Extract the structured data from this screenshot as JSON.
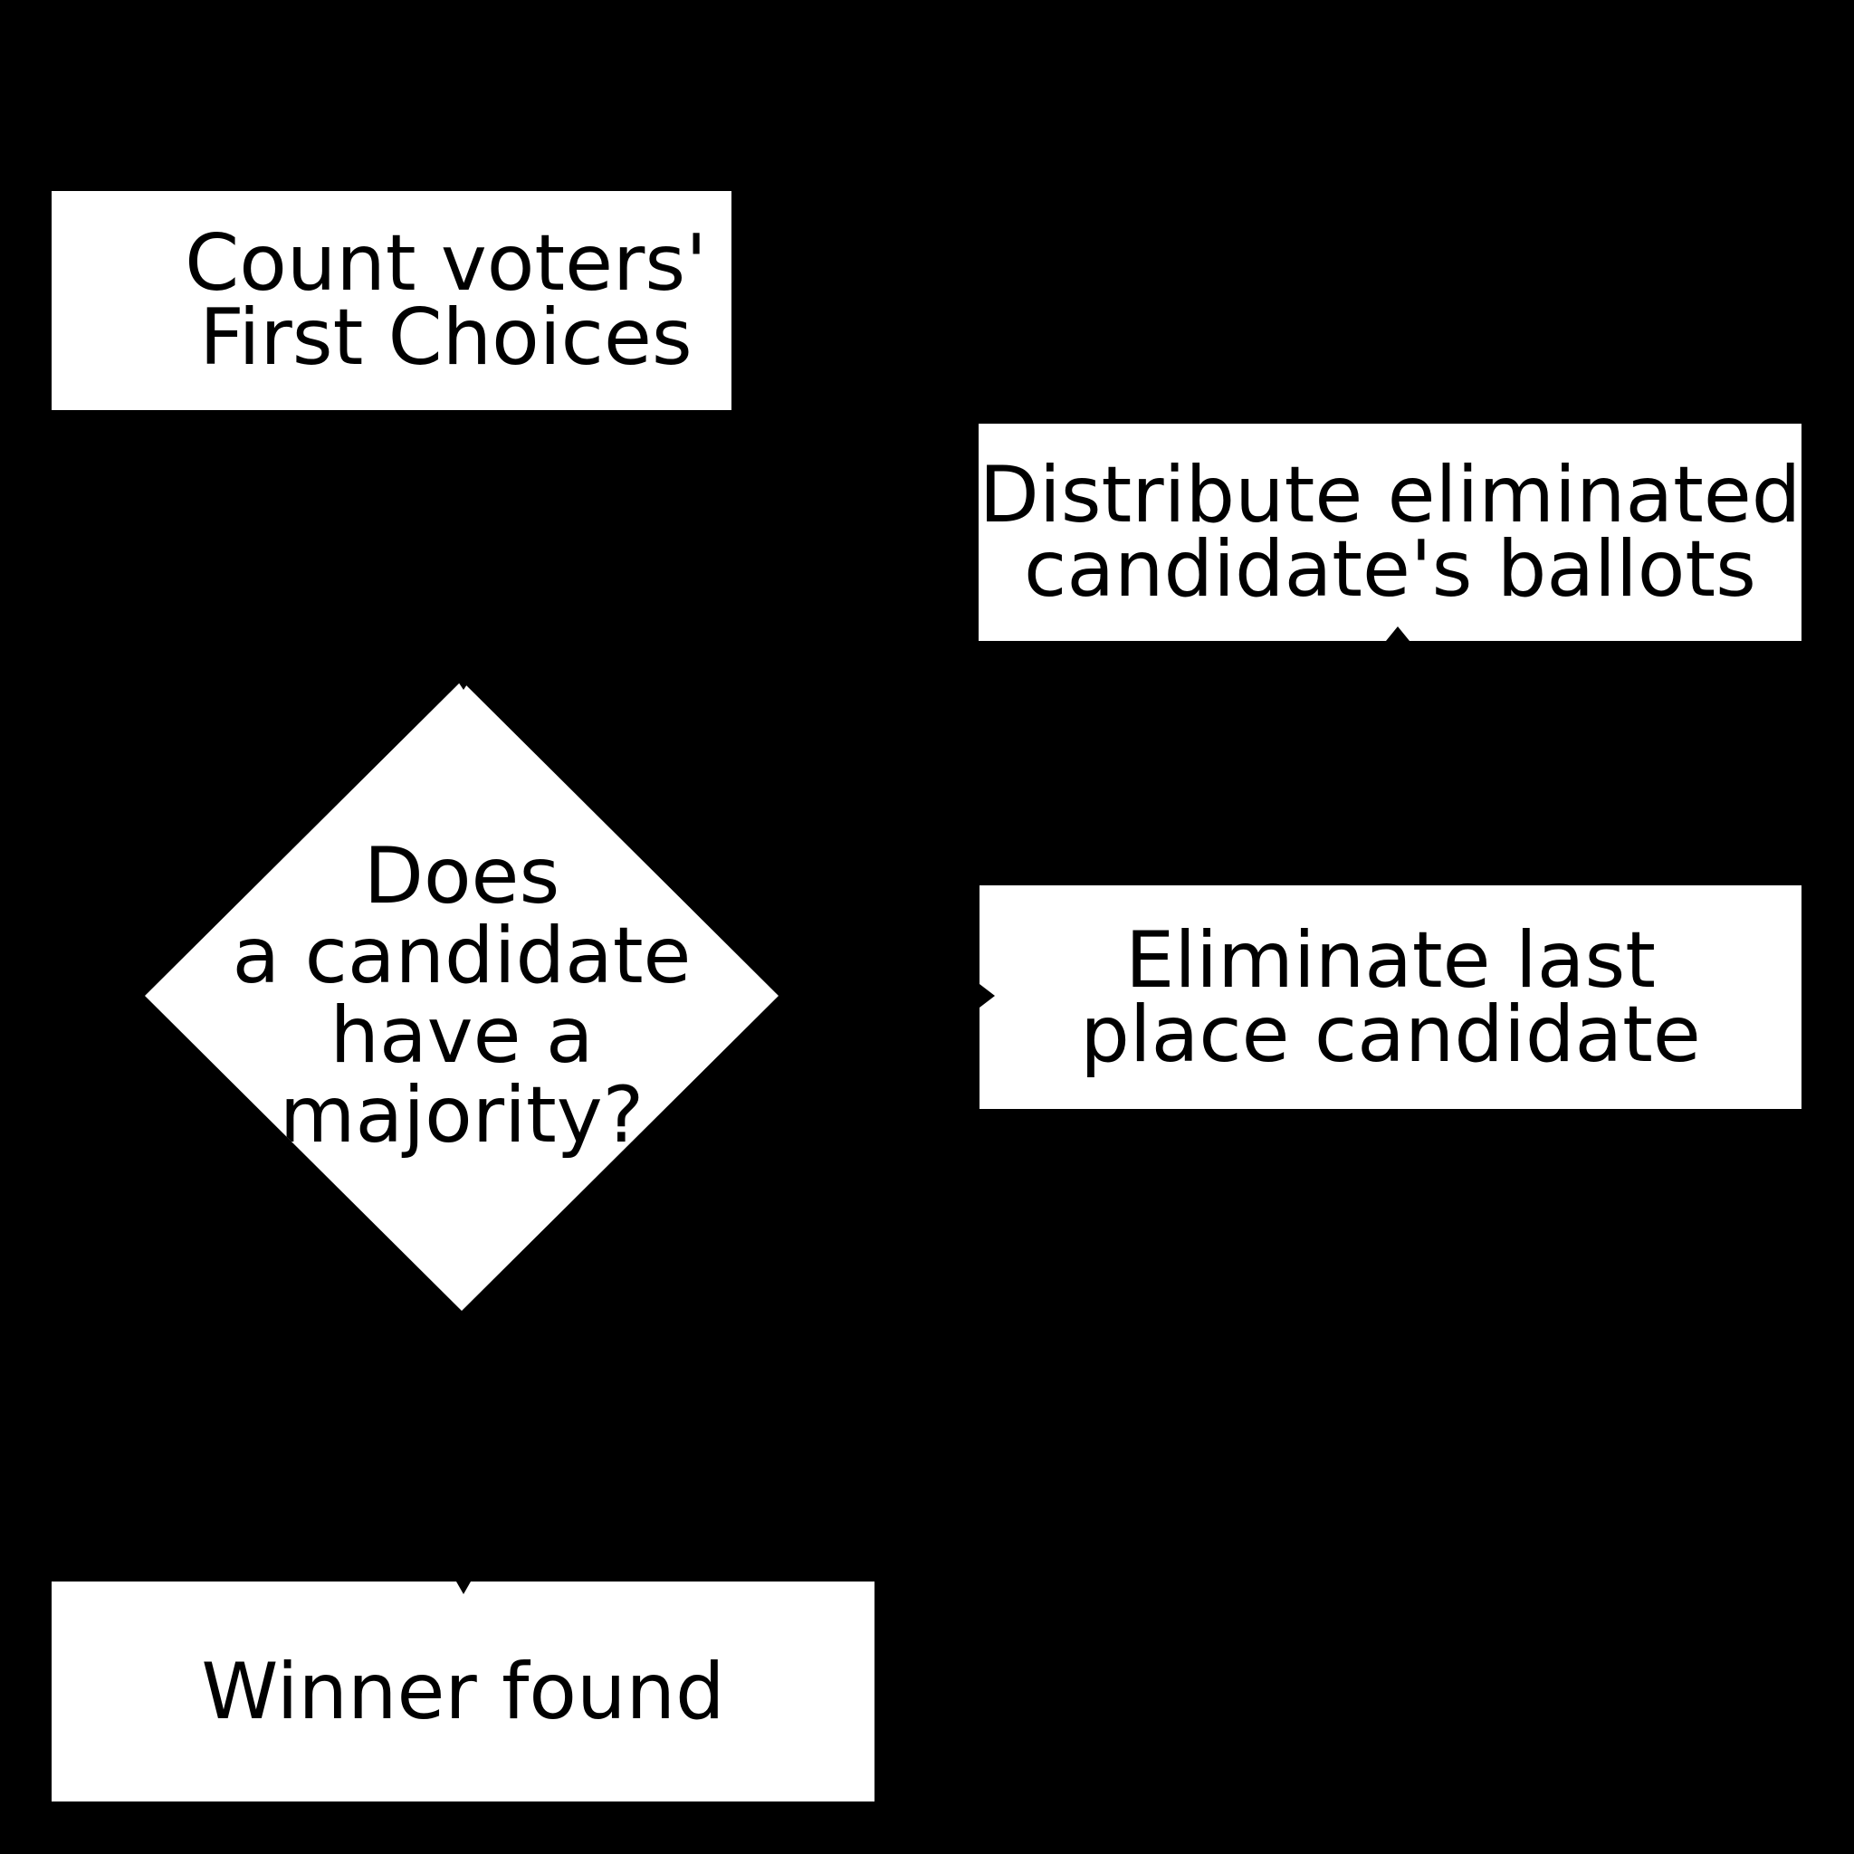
{
  "colors": {
    "background": "#000000",
    "node_fill": "#ffffff",
    "node_text": "#000000",
    "connector": "#000000"
  },
  "nodes": {
    "count": {
      "type": "process",
      "line1": "Count voters'",
      "line2": "First Choices"
    },
    "majority": {
      "type": "decision",
      "line1": "Does",
      "line2": "a candidate",
      "line3": "have a",
      "line4": "majority?"
    },
    "distribute": {
      "type": "process",
      "line1": "Distribute eliminated",
      "line2": "candidate's ballots"
    },
    "eliminate": {
      "type": "process",
      "line1": "Eliminate last",
      "line2": "place candidate"
    },
    "winner": {
      "type": "terminal",
      "line1": "Winner found"
    }
  },
  "edges": [
    {
      "from": "count",
      "to": "majority",
      "arrowhead_at": "majority-top"
    },
    {
      "from": "majority",
      "to": "eliminate",
      "arrowhead_at": "eliminate-left"
    },
    {
      "from": "eliminate",
      "to": "distribute",
      "arrowhead_at": "distribute-bottom"
    },
    {
      "from": "distribute",
      "to": "majority",
      "arrowhead_at": "majority-top"
    },
    {
      "from": "majority",
      "to": "winner",
      "arrowhead_at": "winner-top"
    }
  ]
}
